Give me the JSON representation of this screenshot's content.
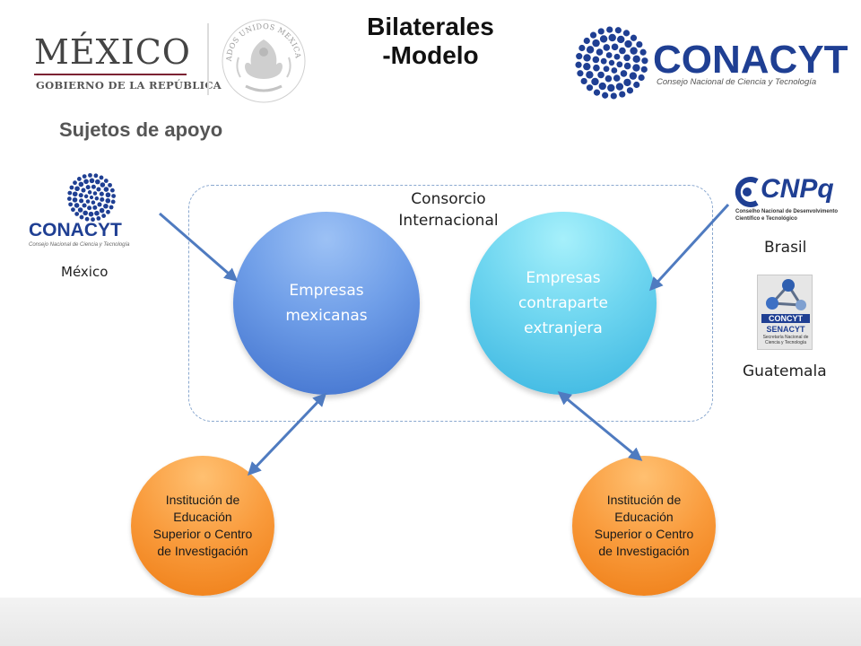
{
  "header": {
    "mexico_logo": {
      "word": "MÉXICO",
      "subtitle": "GOBIERNO DE LA REPÚBLICA"
    },
    "seal_icon": "estados-unidos-mexicanos-seal",
    "seal_text": "ESTADOS UNIDOS MEXICANOS",
    "title_line1": "Bilaterales",
    "title_line2": "-Modelo",
    "conacyt_logo": {
      "word": "CONACYT",
      "subtitle": "Consejo Nacional de Ciencia y Tecnología"
    }
  },
  "section_title": "Sujetos de apoyo",
  "left_support": {
    "logo_word": "CONACYT",
    "logo_subtitle": "Consejo Nacional de Ciencia y Tecnología",
    "country": "México"
  },
  "consortium": {
    "label_line1": "Consorcio",
    "label_line2": "Internacional"
  },
  "nodes": {
    "mexican_companies": {
      "line1": "Empresas",
      "line2": "mexicanas"
    },
    "foreign_companies": {
      "line1": "Empresas",
      "line2": "contraparte",
      "line3": "extranjera"
    },
    "institution_left": {
      "line1": "Institución de",
      "line2": "Educación",
      "line3": "Superior o Centro",
      "line4": "de Investigación"
    },
    "institution_right": {
      "line1": "Institución de",
      "line2": "Educación",
      "line3": "Superior o Centro",
      "line4": "de Investigación"
    }
  },
  "right_support": {
    "brasil": {
      "logo_word": "CNPq",
      "logo_subtitle_line1": "Conselho Nacional de Desenvolvimento",
      "logo_subtitle_line2": "Científico e Tecnológico",
      "country": "Brasil"
    },
    "guatemala": {
      "logo_top": "CONCYT",
      "logo_mid": "SENACYT",
      "logo_sub_line1": "Secretaría Nacional de",
      "logo_sub_line2": "Ciencia y Tecnología",
      "country": "Guatemala"
    }
  },
  "colors": {
    "brand_blue": "#1f3f93",
    "arrow_blue": "#4f7bc0",
    "mexican_circle": "#5a8ae0",
    "foreign_circle": "#54c8ec",
    "institution_circle": "#f58d2b",
    "mexico_rule": "#7b2233"
  }
}
